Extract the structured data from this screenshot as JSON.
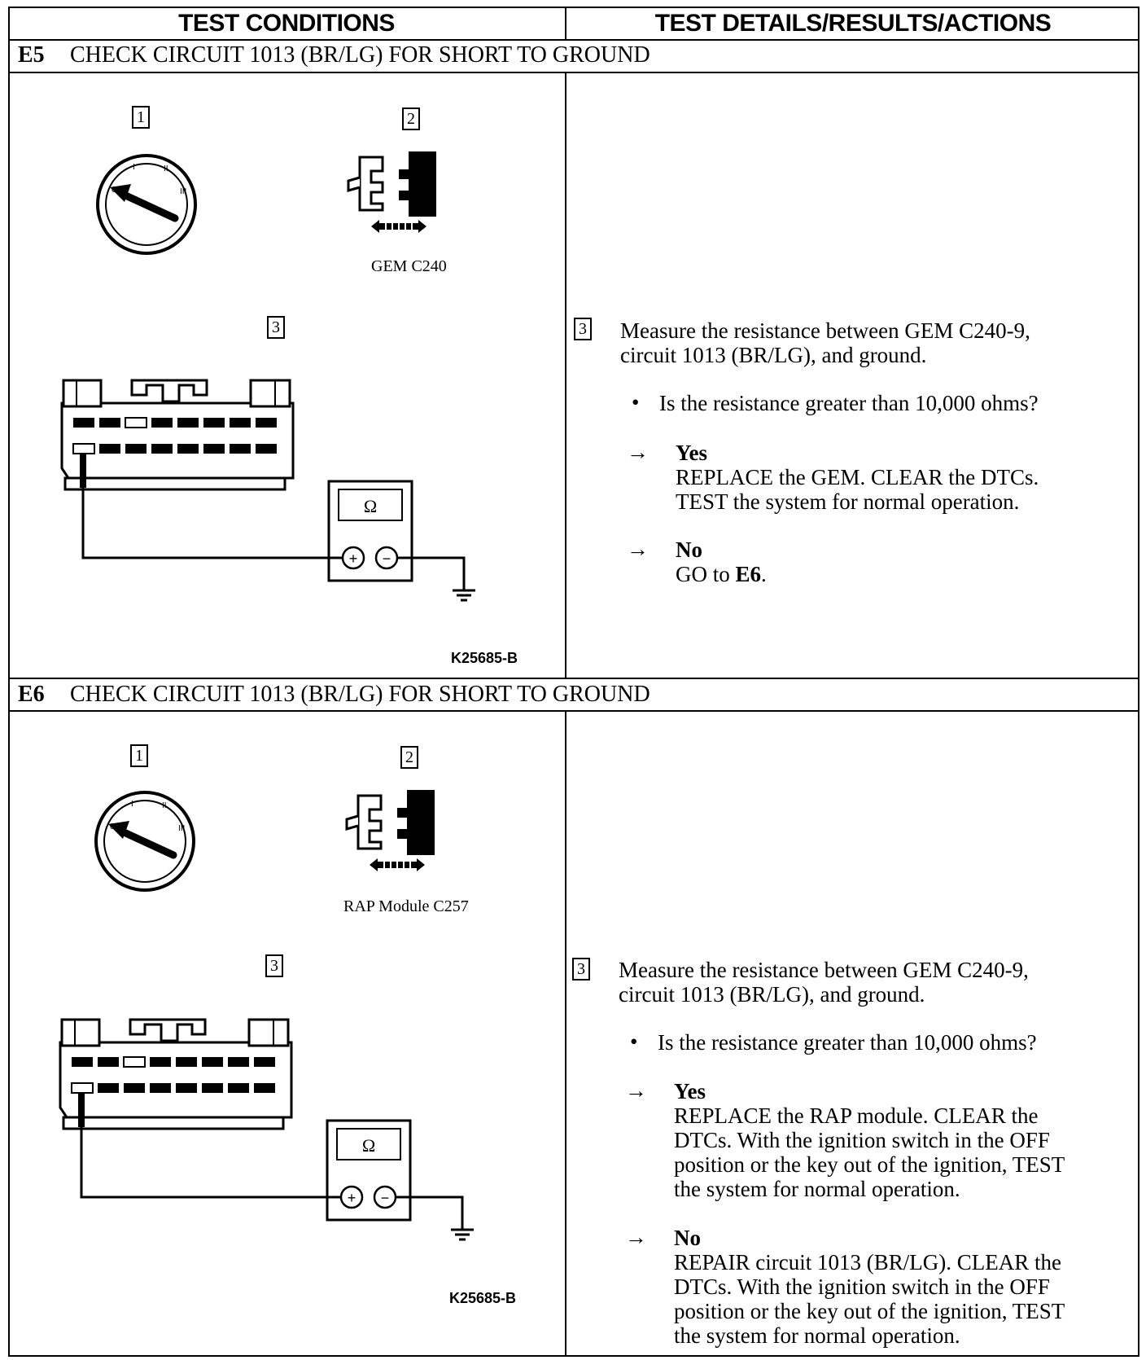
{
  "header": {
    "left": "TEST CONDITIONS",
    "right": "TEST DETAILS/RESULTS/ACTIONS"
  },
  "steps": [
    {
      "id": "E5",
      "title": "CHECK CIRCUIT 1013 (BR/LG) FOR SHORT TO GROUND",
      "fig_steps": [
        "1",
        "2",
        "3"
      ],
      "connector_label": "GEM C240",
      "ohm_symbol": "Ω",
      "plus": "+",
      "minus": "−",
      "figure_code": "K25685-B",
      "detail_step": "3",
      "instruction_line1": "Measure the resistance between GEM C240-9,",
      "instruction_line2": "circuit 1013 (BR/LG), and ground.",
      "question": "Is the resistance greater than 10,000 ohms?",
      "yes_label": "Yes",
      "yes_lines": [
        "REPLACE the GEM. CLEAR the DTCs.",
        "TEST the system for normal operation."
      ],
      "no_label": "No",
      "no_prefix": "GO to ",
      "no_ref": "E6",
      "no_suffix": "."
    },
    {
      "id": "E6",
      "title": "CHECK CIRCUIT 1013 (BR/LG) FOR SHORT TO GROUND",
      "fig_steps": [
        "1",
        "2",
        "3"
      ],
      "connector_label": "RAP Module C257",
      "ohm_symbol": "Ω",
      "plus": "+",
      "minus": "−",
      "figure_code": "K25685-B",
      "detail_step": "3",
      "instruction_line1": "Measure the resistance between GEM C240-9,",
      "instruction_line2": "circuit 1013 (BR/LG), and ground.",
      "question": "Is the resistance greater than 10,000 ohms?",
      "yes_label": "Yes",
      "yes_lines": [
        "REPLACE the RAP module. CLEAR the",
        "DTCs. With the ignition switch in the OFF",
        "position or the key out of the ignition, TEST",
        "the system for normal operation."
      ],
      "no_label": "No",
      "no_lines": [
        "REPAIR circuit 1013 (BR/LG). CLEAR the",
        "DTCs. With the ignition switch in the OFF",
        "position or the key out of the ignition, TEST",
        "the system for normal operation."
      ]
    }
  ],
  "bullet_char": "•",
  "arrow_char": "→"
}
